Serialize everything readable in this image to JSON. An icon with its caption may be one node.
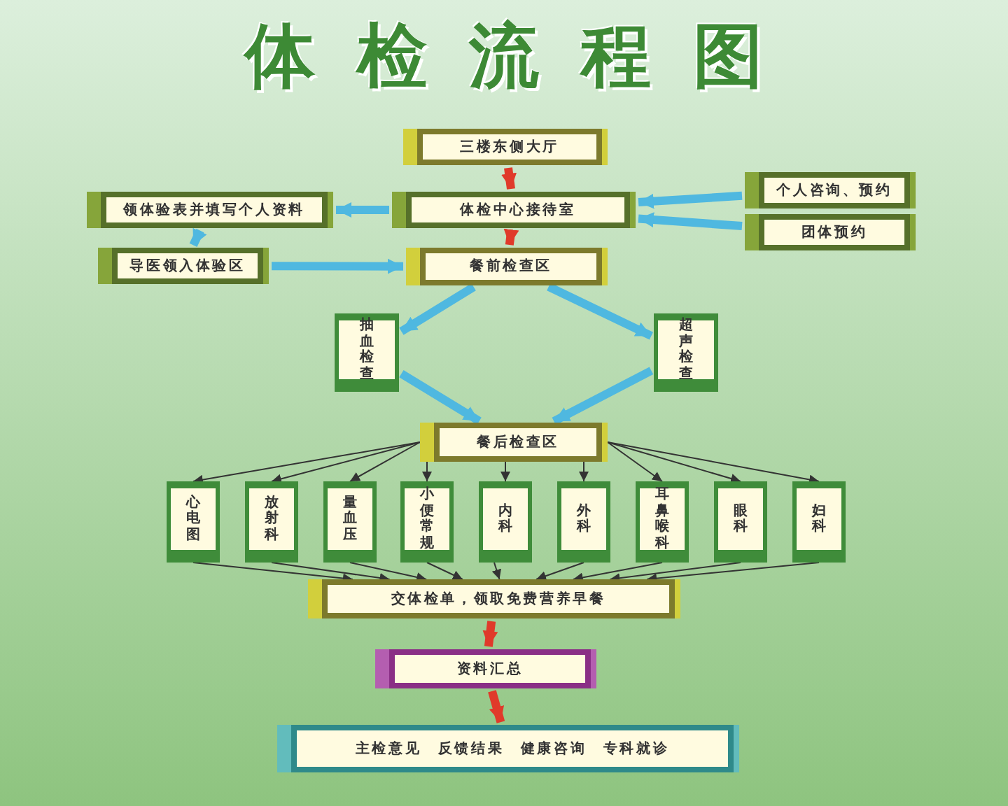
{
  "diagram": {
    "title": "体检流程图",
    "nodes": [
      {
        "text": [
          "三楼东侧大厅"
        ]
      },
      {
        "text": [
          "体检中心接待室"
        ]
      },
      {
        "text": [
          "领体验表并填写个人资料"
        ]
      },
      {
        "text": [
          "个人咨询、预约"
        ]
      },
      {
        "text": [
          "团体预约"
        ]
      },
      {
        "text": [
          "导医领入体验区"
        ]
      },
      {
        "text": [
          "餐前检查区"
        ]
      },
      {
        "text": [
          "抽血检查"
        ]
      },
      {
        "text": [
          "超声检查"
        ]
      },
      {
        "text": [
          "餐后检查区"
        ]
      },
      {
        "text": [
          "心电图"
        ]
      },
      {
        "text": [
          "放射科"
        ]
      },
      {
        "text": [
          "量血压"
        ]
      },
      {
        "text": [
          "小便常规"
        ]
      },
      {
        "text": [
          "内科"
        ]
      },
      {
        "text": [
          "外科"
        ]
      },
      {
        "text": [
          "耳鼻喉科"
        ]
      },
      {
        "text": [
          "眼科"
        ]
      },
      {
        "text": [
          "妇科"
        ]
      },
      {
        "text": [
          "交体检单，领取免费营养早餐"
        ]
      },
      {
        "text": [
          "资料汇总"
        ]
      },
      {
        "text": [
          "主检意见　反馈结果　健康咨询　专科就诊"
        ]
      }
    ],
    "edges": [
      {
        "from": 0,
        "to": 1,
        "arrow": "to",
        "style": "thick",
        "color": "#e03a2a"
      },
      {
        "from": 1,
        "to": 2,
        "arrow": "to",
        "style": "thick",
        "color": "#4fb8e0"
      },
      {
        "from": 3,
        "to": 1,
        "arrow": "to",
        "style": "thick",
        "color": "#4fb8e0"
      },
      {
        "from": 4,
        "to": 1,
        "arrow": "to",
        "style": "thick",
        "color": "#4fb8e0"
      },
      {
        "from": 2,
        "to": 5,
        "arrow": "to",
        "style": "thick",
        "color": "#4fb8e0"
      },
      {
        "from": 5,
        "to": 6,
        "arrow": "to",
        "style": "thick",
        "color": "#4fb8e0"
      },
      {
        "from": 1,
        "to": 6,
        "arrow": "to",
        "style": "thick",
        "color": "#e03a2a"
      },
      {
        "from": 6,
        "to": 7,
        "arrow": "to",
        "style": "thick",
        "color": "#4fb8e0"
      },
      {
        "from": 6,
        "to": 8,
        "arrow": "to",
        "style": "thick",
        "color": "#4fb8e0"
      },
      {
        "from": 7,
        "to": 9,
        "arrow": "to",
        "style": "thick",
        "color": "#4fb8e0"
      },
      {
        "from": 8,
        "to": 9,
        "arrow": "to",
        "style": "thick",
        "color": "#4fb8e0"
      },
      {
        "from": 9,
        "to": 10,
        "arrow": "to"
      },
      {
        "from": 9,
        "to": 11,
        "arrow": "to"
      },
      {
        "from": 9,
        "to": 12,
        "arrow": "to"
      },
      {
        "from": 9,
        "to": 13,
        "arrow": "to"
      },
      {
        "from": 9,
        "to": 14,
        "arrow": "to"
      },
      {
        "from": 9,
        "to": 15,
        "arrow": "to"
      },
      {
        "from": 9,
        "to": 16,
        "arrow": "to"
      },
      {
        "from": 9,
        "to": 17,
        "arrow": "to"
      },
      {
        "from": 9,
        "to": 18,
        "arrow": "to"
      },
      {
        "from": 10,
        "to": 19,
        "arrow": "to"
      },
      {
        "from": 11,
        "to": 19,
        "arrow": "to"
      },
      {
        "from": 12,
        "to": 19,
        "arrow": "to"
      },
      {
        "from": 13,
        "to": 19,
        "arrow": "to"
      },
      {
        "from": 14,
        "to": 19,
        "arrow": "to"
      },
      {
        "from": 15,
        "to": 19,
        "arrow": "to"
      },
      {
        "from": 16,
        "to": 19,
        "arrow": "to"
      },
      {
        "from": 17,
        "to": 19,
        "arrow": "to"
      },
      {
        "from": 18,
        "to": 19,
        "arrow": "to"
      },
      {
        "from": 19,
        "to": 20,
        "arrow": "to",
        "style": "thick",
        "color": "#e03a2a"
      },
      {
        "from": 20,
        "to": 21,
        "arrow": "to",
        "style": "thick",
        "color": "#e03a2a"
      }
    ]
  }
}
